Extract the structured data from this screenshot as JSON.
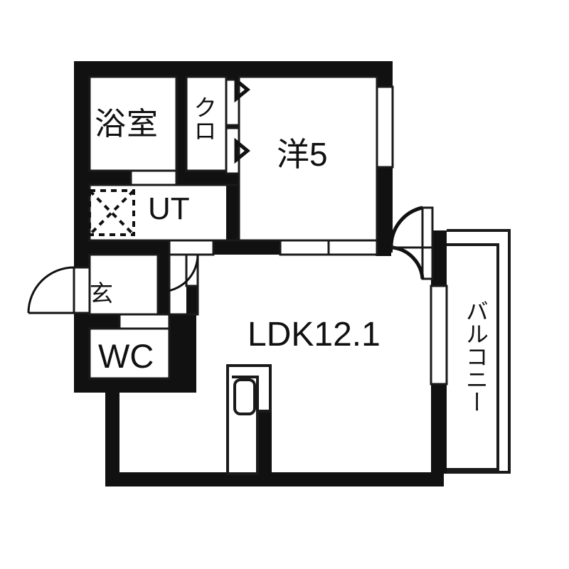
{
  "plan": {
    "title": "間取り図",
    "colors": {
      "wall": "#111111",
      "thin_line": "#1a1a1a",
      "background": "#ffffff",
      "text": "#111111"
    },
    "rooms": [
      {
        "id": "bathroom",
        "label": "浴室",
        "name": "bathroom"
      },
      {
        "id": "closet",
        "label": "クロ",
        "name": "closet"
      },
      {
        "id": "washroom",
        "label": "UT",
        "name": "utility-room"
      },
      {
        "id": "western_room",
        "label": "洋5",
        "name": "western-room-5-jo"
      },
      {
        "id": "entrance",
        "label": "玄",
        "name": "entrance-genkan"
      },
      {
        "id": "toilet",
        "label": "WC",
        "name": "toilet"
      },
      {
        "id": "living",
        "label": "LDK12.1",
        "name": "living-dining-kitchen"
      },
      {
        "id": "balcony",
        "label": "バルコニー",
        "name": "balcony"
      }
    ],
    "fixtures": [
      {
        "id": "washer_pan",
        "name": "washing-machine-pan-symbol"
      },
      {
        "id": "kitchen_sink",
        "name": "kitchen-sink"
      },
      {
        "id": "kitchen_counter",
        "name": "kitchen-counter"
      }
    ],
    "doors": [
      {
        "id": "entrance_door",
        "name": "entrance-door-swing"
      },
      {
        "id": "hall_door",
        "name": "hall-door-swing"
      },
      {
        "id": "ldk_door_upper",
        "name": "ldk-door-swing-upper"
      },
      {
        "id": "ldk_door_lower",
        "name": "ldk-door-swing-lower"
      },
      {
        "id": "closet_doors",
        "name": "closet-folding-doors"
      },
      {
        "id": "western_sliding",
        "name": "western-room-sliding-doors"
      }
    ],
    "windows": [
      {
        "id": "western_window",
        "name": "western-room-window"
      },
      {
        "id": "balcony_window",
        "name": "balcony-sliding-window"
      }
    ]
  }
}
